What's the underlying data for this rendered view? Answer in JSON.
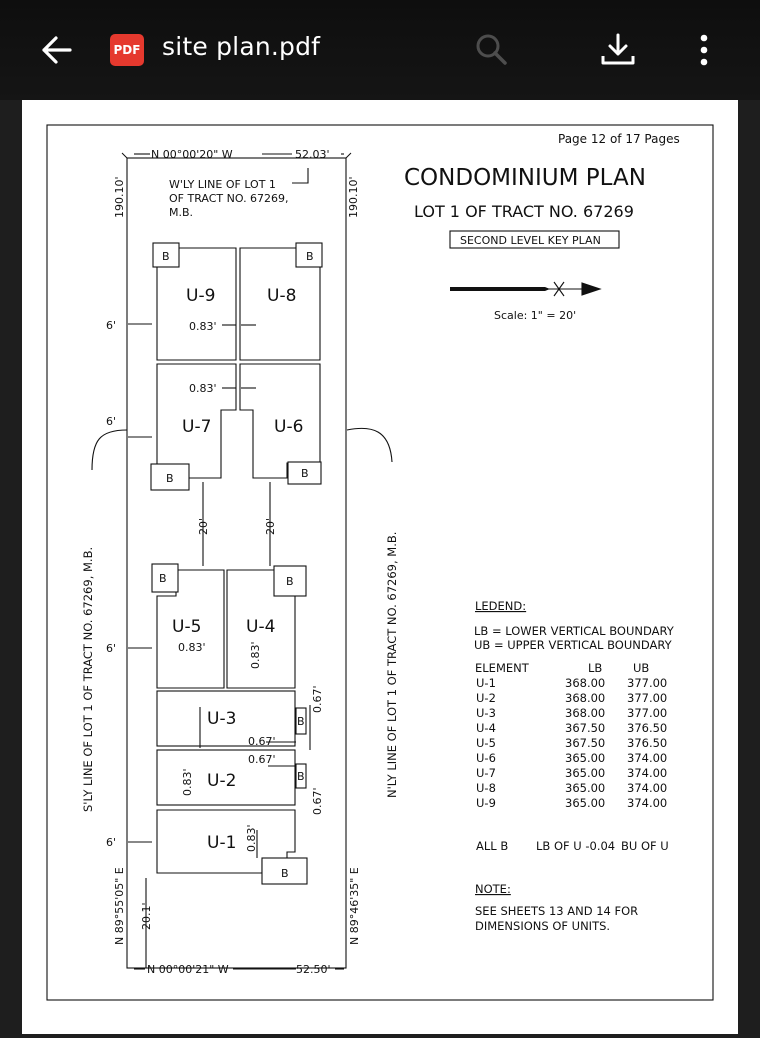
{
  "app_bar": {
    "back_icon": "arrow-back-icon",
    "file_badge": "PDF",
    "file_name": "site plan.pdf",
    "search_icon": "search-icon",
    "download_icon": "download-icon",
    "menu_icon": "more-vertical-icon"
  },
  "sheet": {
    "page_indicator": "Page 12 of 17 Pages",
    "title": "CONDOMINIUM PLAN",
    "subtitle": "LOT 1 OF TRACT NO. 67269",
    "key_plan_label": "SECOND LEVEL KEY PLAN",
    "scale": "Scale: 1\" = 20'",
    "boundary": {
      "top_bearing": "N 00°00'20\" W",
      "top_distance": "52.03'",
      "bottom_bearing": "N 00°00'21\" W",
      "bottom_distance": "52.50'",
      "left_top_distance": "190.10'",
      "right_top_distance": "190.10'",
      "left_bearing": "N 89°55'05\" E",
      "right_bearing": "N 89°46'35\" E",
      "bottom_left_distance": "20.1'",
      "wly_note": [
        "W'LY LINE OF LOT 1",
        "OF TRACT NO. 67269,",
        "M.B."
      ],
      "sly_line": "S'LY LINE OF LOT 1 OF TRACT NO. 67269, M.B.",
      "nly_line": "N'LY LINE OF LOT 1 OF TRACT NO. 67269, M.B."
    },
    "dims": {
      "setback": "6'",
      "gap_020": "20'",
      "d083": "0.83'",
      "d067": "0.67'"
    },
    "units": [
      "U-1",
      "U-2",
      "U-3",
      "U-4",
      "U-5",
      "U-6",
      "U-7",
      "U-8",
      "U-9"
    ],
    "balcony_label": "B",
    "legend": {
      "heading": "LEDEND:",
      "lb_def": "LB = LOWER VERTICAL BOUNDARY",
      "ub_def": "UB = UPPER VERTICAL BOUNDARY",
      "col_element": "ELEMENT",
      "col_lb": "LB",
      "col_ub": "UB",
      "rows": [
        [
          "U-1",
          "368.00",
          "377.00"
        ],
        [
          "U-2",
          "368.00",
          "377.00"
        ],
        [
          "U-3",
          "368.00",
          "377.00"
        ],
        [
          "U-4",
          "367.50",
          "376.50"
        ],
        [
          "U-5",
          "367.50",
          "376.50"
        ],
        [
          "U-6",
          "365.00",
          "374.00"
        ],
        [
          "U-7",
          "365.00",
          "374.00"
        ],
        [
          "U-8",
          "365.00",
          "374.00"
        ],
        [
          "U-9",
          "365.00",
          "374.00"
        ]
      ],
      "all_b": "ALL B",
      "all_b_lb": "LB OF U -0.04",
      "all_b_bu": "BU OF U"
    },
    "note": {
      "heading": "NOTE:",
      "line1": "SEE SHEETS 13 AND 14 FOR",
      "line2": "DIMENSIONS OF UNITS."
    }
  }
}
